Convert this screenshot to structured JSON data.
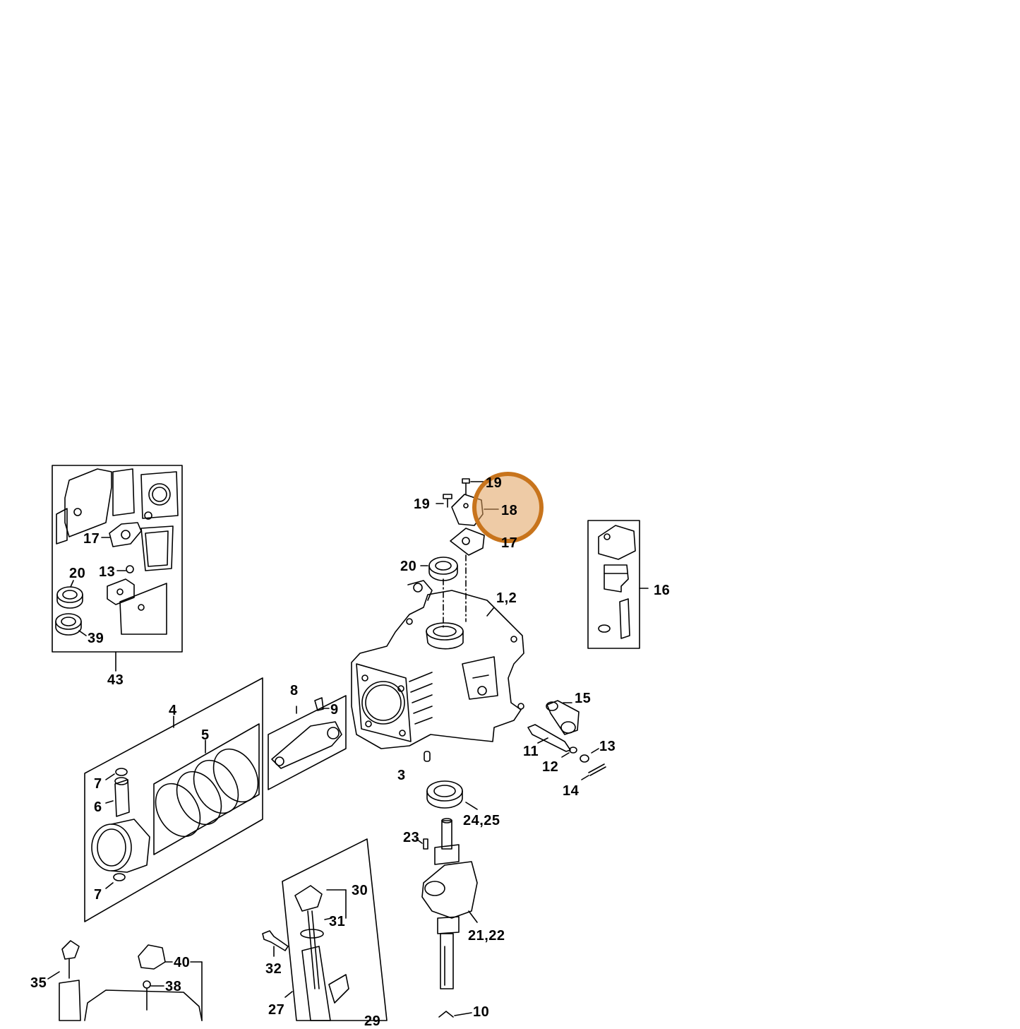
{
  "colors": {
    "highlight_ring": "#c8741c",
    "highlight_fill": "#e0a05c",
    "line": "#000000"
  },
  "highlighted_callout": "18",
  "callouts": {
    "c19a": "19",
    "c19b": "19",
    "c18": "18",
    "c17": "17",
    "c20": "20",
    "c12a": "1,2",
    "c16": "16",
    "k17": "17",
    "k20": "20",
    "k13": "13",
    "k39": "39",
    "k43": "43",
    "c4": "4",
    "c5": "5",
    "c7a": "7",
    "c6": "6",
    "c7b": "7",
    "c8": "8",
    "c9": "9",
    "c3": "3",
    "c15": "15",
    "c11": "11",
    "c12": "12",
    "c13": "13",
    "c14": "14",
    "c2425": "24,25",
    "c23": "23",
    "c2122": "21,22",
    "c30": "30",
    "c31": "31",
    "c32": "32",
    "c27": "27",
    "c29": "29",
    "c35": "35",
    "c40": "40",
    "c38": "38",
    "c10": "10"
  }
}
